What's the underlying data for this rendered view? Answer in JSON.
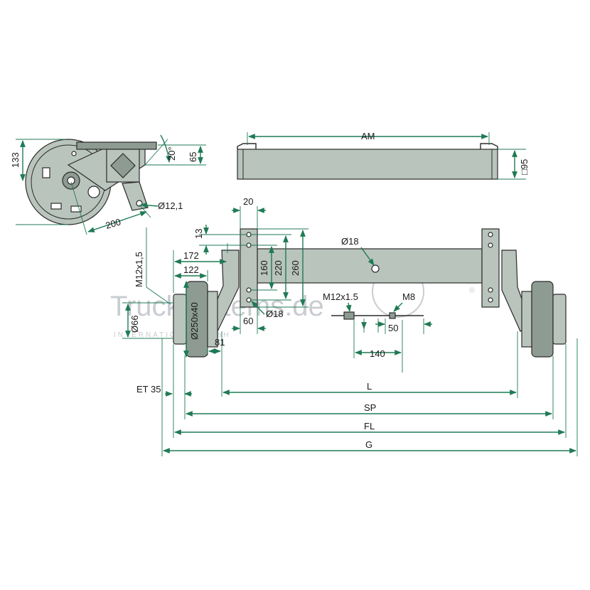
{
  "colors": {
    "part_fill": "#b9c4bd",
    "part_dark": "#6d7a72",
    "dimension": "#1f7a55",
    "outline": "#2b2b2b",
    "watermark": "#c9ccd1"
  },
  "watermark": {
    "main": "Trucksystems.de",
    "registered": "®",
    "sub": "INTERNATIONAL GmbH"
  },
  "side_view": {
    "height": "133",
    "angle": "20°",
    "bracket_height": "65",
    "hole": "Ø12,1",
    "length": "200"
  },
  "top_view": {
    "mount_distance": "AM",
    "tube_section": "□95"
  },
  "front_view": {
    "plate_width": "20",
    "offset_13": "13",
    "dim_160": "160",
    "dim_220": "220",
    "dim_260": "260",
    "hole_plate": "Ø18",
    "tube_hole": "Ø18",
    "plate_60": "60",
    "dim_172": "172",
    "dim_122": "122",
    "thread": "M12x1,5",
    "hub_diameter": "Ø66",
    "drum": "Ø250x40",
    "dim_81": "81",
    "et": "ET 35"
  },
  "cable": {
    "thread": "M12x1.5",
    "nut": "M8",
    "dim_50": "50",
    "dim_140": "140"
  },
  "overall": {
    "L": "L",
    "SP": "SP",
    "FL": "FL",
    "G": "G"
  }
}
